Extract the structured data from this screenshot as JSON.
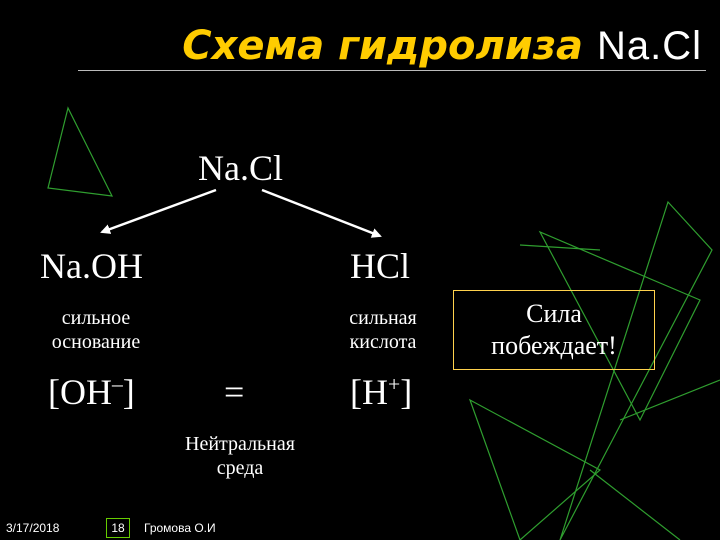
{
  "title": {
    "text_ru": "Схема гидролиза",
    "text_formula": "Na.Cl"
  },
  "salt": "Na.Cl",
  "base": {
    "formula": "Na.OH",
    "description_line1": "сильное",
    "description_line2": "основание",
    "ion": "[OH",
    "ion_charge": "–",
    "ion_close": "]"
  },
  "acid": {
    "formula": "HCl",
    "description_line1": "сильная",
    "description_line2": "кислота",
    "ion": "[H",
    "ion_charge": "+",
    "ion_close": "]"
  },
  "equality_sign": "=",
  "result": {
    "line1": "Нейтральная",
    "line2": "среда"
  },
  "callout": {
    "line1": "Сила",
    "line2": "побеждает!"
  },
  "footer": {
    "date": "3/17/2018",
    "page": "18",
    "author": "Громова О.И"
  },
  "colors": {
    "background": "#000000",
    "title": "#ffcc00",
    "text": "#ffffff",
    "decor_lines": "#33aa33",
    "callout_border": "#ffd24d"
  }
}
